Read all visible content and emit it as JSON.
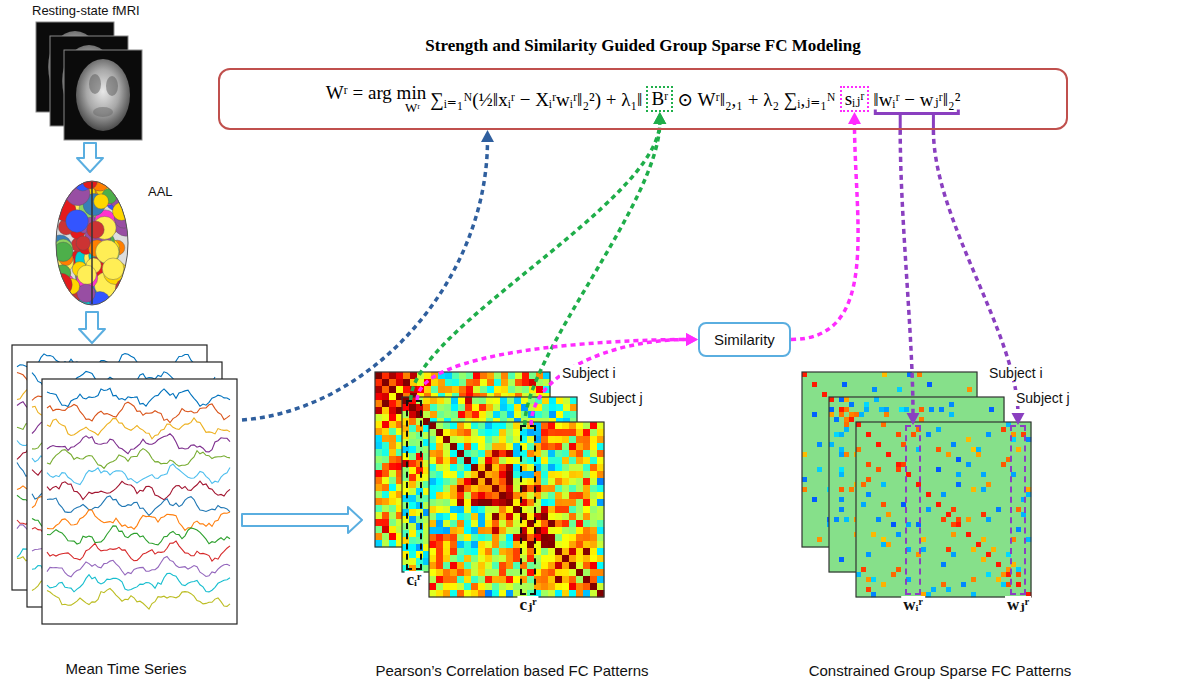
{
  "diagram": {
    "title": "Strength and Similarity Guided Group Sparse FC Modeling",
    "nodes": [
      {
        "text": [
          "Resting-state fMRI"
        ]
      },
      {
        "text": [
          "Wʳ = arg min",
          "Wʳ",
          "∑ᵢ₌₁ᴺ(½‖xᵢʳ − Xᵢʳwᵢʳ‖₂²) + λ₁‖",
          "⊙ Wʳ‖₂,₁ + λ₂ ∑ᵢ,ⱼ₌₁ᴺ",
          "‖wᵢʳ − wⱼʳ‖₂²"
        ]
      },
      {
        "text": [
          "Bʳ"
        ],
        "in": 1
      },
      {
        "text": [
          "sᵢⱼʳ"
        ],
        "in": 1
      },
      {
        "text": [
          "AAL"
        ]
      },
      {
        "text": [
          "Similarity"
        ]
      },
      {
        "text": [
          "Mean Time Series"
        ]
      },
      {
        "text": [
          "Subject i",
          "Subject j",
          "Pearson’s Correlation based FC Patterns"
        ]
      },
      {
        "text": [
          "cᵢʳ"
        ],
        "in": 7
      },
      {
        "text": [
          "cⱼʳ"
        ],
        "in": 7
      },
      {
        "text": [
          "Subject i",
          "Subject j",
          "Constrained Group Sparse FC Patterns"
        ]
      },
      {
        "text": [
          "wᵢʳ"
        ],
        "in": 10
      },
      {
        "text": [
          "wⱼʳ"
        ],
        "in": 10
      }
    ],
    "edges": [
      {
        "from": 0,
        "to": 4,
        "arrow": "to"
      },
      {
        "from": 4,
        "to": 6,
        "arrow": "to"
      },
      {
        "from": 6,
        "to": 7,
        "arrow": "to"
      },
      {
        "from": 6,
        "to": 1,
        "arrow": "to"
      },
      {
        "from": 8,
        "to": 2,
        "arrow": "to"
      },
      {
        "from": 9,
        "to": 2,
        "arrow": "to"
      },
      {
        "from": 8,
        "to": 5,
        "arrow": "to"
      },
      {
        "from": 9,
        "to": 5,
        "arrow": "to"
      },
      {
        "from": 5,
        "to": 3,
        "arrow": "to"
      },
      {
        "from": 1,
        "to": 11,
        "arrow": "to"
      },
      {
        "from": 1,
        "to": 12,
        "arrow": "to"
      }
    ]
  }
}
